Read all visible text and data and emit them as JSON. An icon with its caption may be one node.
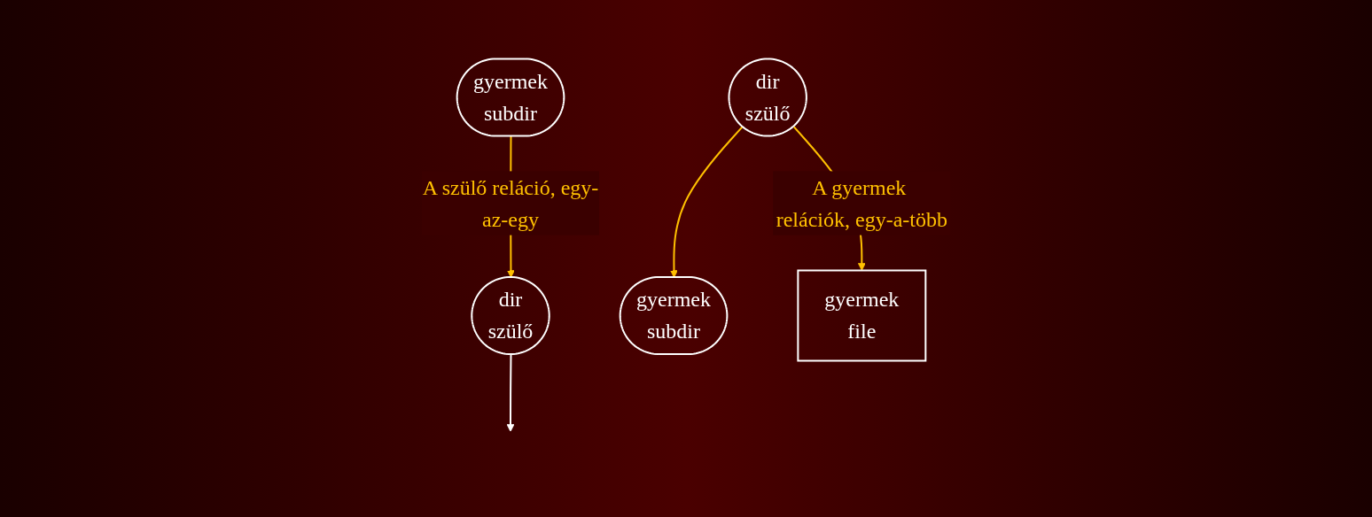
{
  "diagram": {
    "nodes": [
      {
        "text": [
          "dir",
          "szülő"
        ]
      },
      {
        "text": [
          "gyermek",
          "subdir"
        ]
      },
      {
        "text": [
          "dir",
          "szülő"
        ]
      },
      {
        "text": [
          "gyermek",
          "subdir"
        ]
      },
      {
        "text": [
          "gyermek",
          "file"
        ]
      }
    ],
    "edges": [
      {
        "from": 0,
        "to": null,
        "arrow": "to",
        "color": "#ffffff"
      },
      {
        "from": 1,
        "to": 0,
        "arrow": "to",
        "label": "A szülő reláció, egy-az-egy"
      },
      {
        "from": 2,
        "to": 3,
        "arrow": "to"
      },
      {
        "from": 2,
        "to": 4,
        "arrow": "to",
        "label": "A gyermek relációk, egy-a-több"
      }
    ]
  }
}
